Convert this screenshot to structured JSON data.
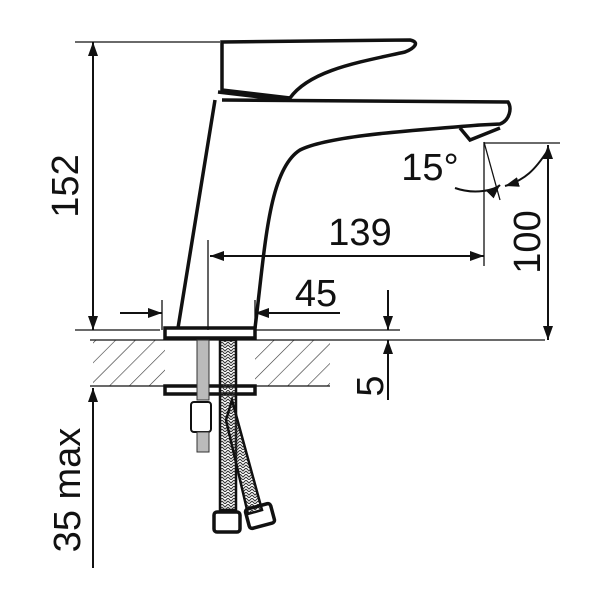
{
  "title": "Basin faucet dimension drawing",
  "dimensions": {
    "total_height": "152",
    "spout_reach": "139",
    "base_diameter": "45",
    "spout_angle": "15°",
    "spout_height": "100",
    "base_thickness": "5",
    "max_counter_thickness": "35 max"
  },
  "colors": {
    "line": "#111111",
    "background": "#ffffff"
  }
}
